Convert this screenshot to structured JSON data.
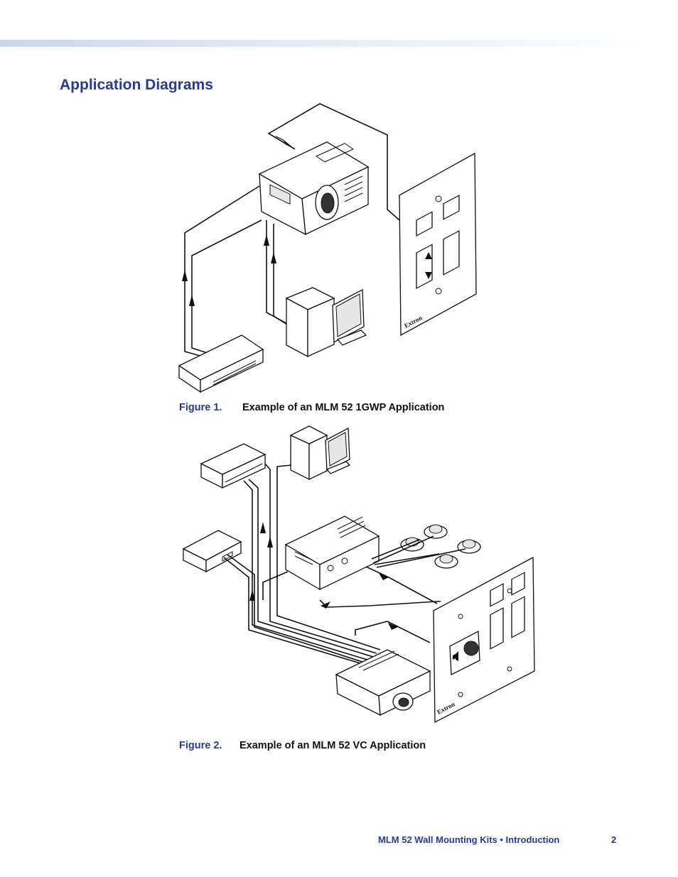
{
  "header": {
    "title": "Application Diagrams"
  },
  "figures": [
    {
      "number": "Figure 1.",
      "caption": "Example of an MLM 52 1GWP Application",
      "wallplate_brand": "Extron"
    },
    {
      "number": "Figure 2.",
      "caption": "Example of an MLM 52 VC Application",
      "wallplate_brand": "Extron"
    }
  ],
  "footer": {
    "text": "MLM 52 Wall Mounting Kits • Introduction",
    "page_number": "2"
  },
  "colors": {
    "accent": "#2b3a8f",
    "top_bar": "#c9d6ec"
  }
}
